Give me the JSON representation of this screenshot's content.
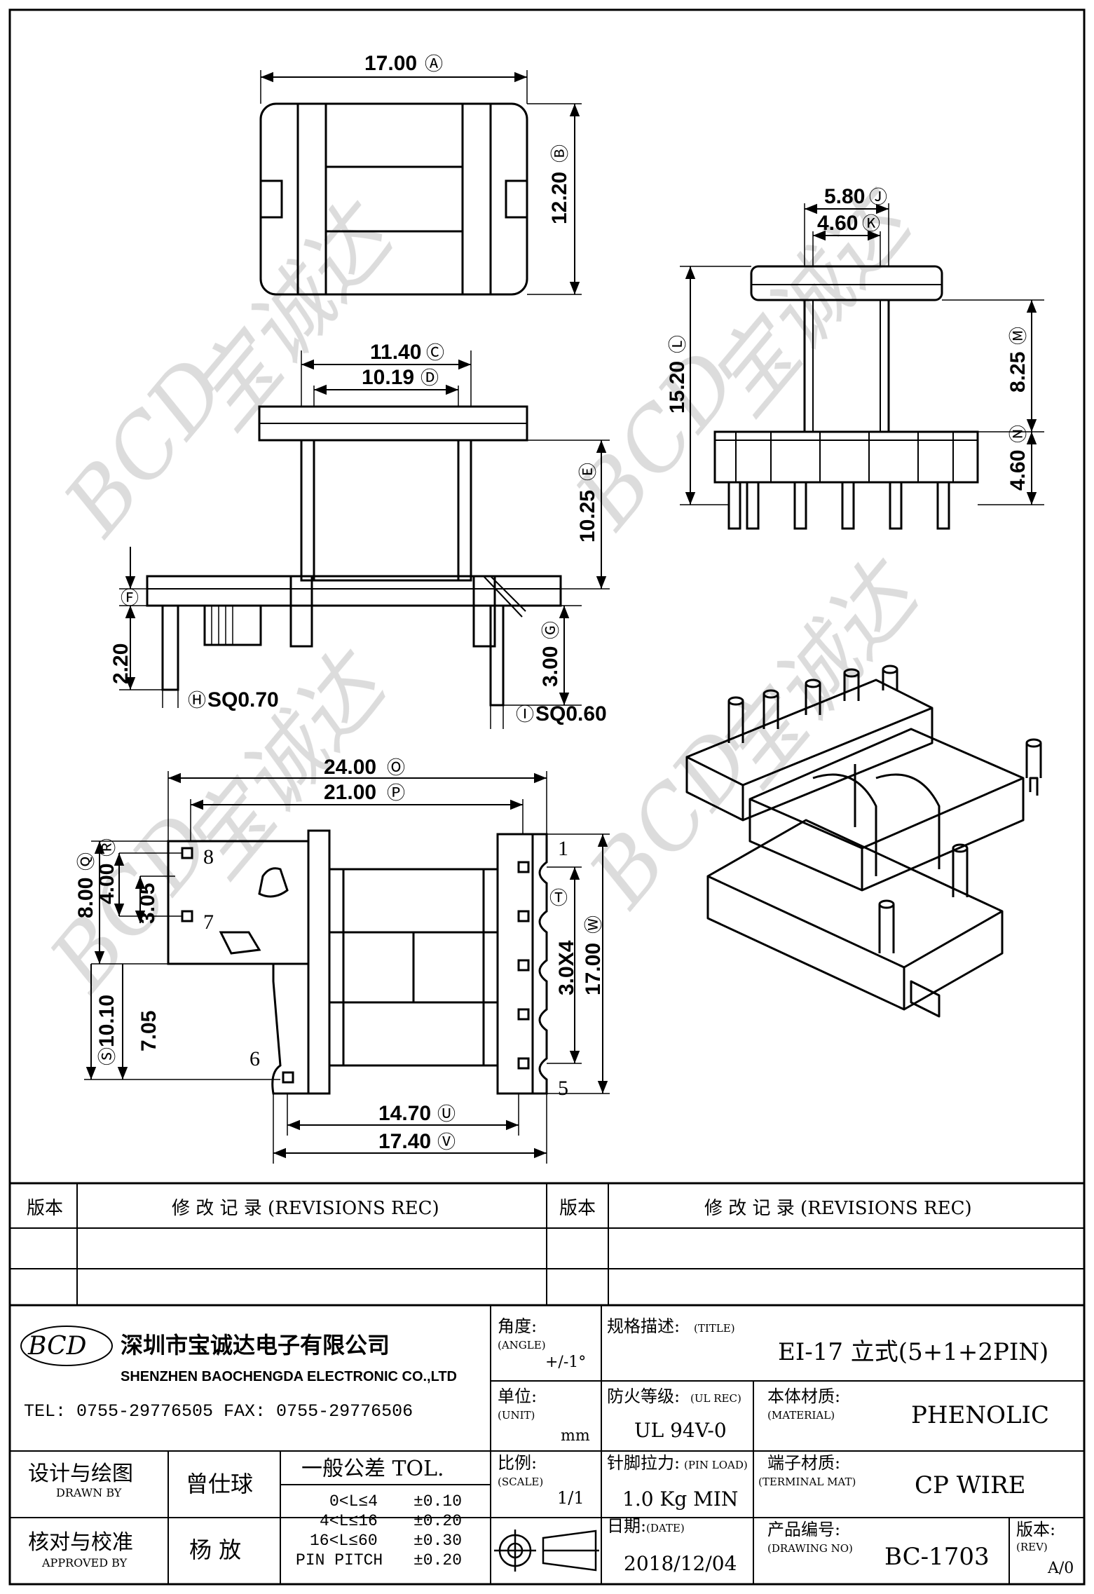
{
  "drawing": {
    "dimensions": {
      "A": "17.00",
      "B": "12.20",
      "C": "11.40",
      "D": "10.19",
      "E": "10.25",
      "F": "",
      "G": "3.00",
      "H": "SQ0.70",
      "I": "SQ0.60",
      "J": "5.80",
      "K": "4.60",
      "L": "15.20",
      "M": "8.25",
      "N": "4.60",
      "O": "24.00",
      "P": "21.00",
      "Q": "8.00",
      "R": "4.00",
      "S": "10.10",
      "T": "",
      "U": "14.70",
      "V": "17.40",
      "W": "17.00",
      "d_2_20": "2.20",
      "d_3_05": "3.05",
      "d_7_05": "7.05",
      "pitch": "3.0X4"
    },
    "letters": {
      "A": "Ⓐ",
      "B": "Ⓑ",
      "C": "Ⓒ",
      "D": "Ⓓ",
      "E": "Ⓔ",
      "F": "Ⓕ",
      "G": "Ⓖ",
      "H": "Ⓗ",
      "I": "Ⓘ",
      "J": "Ⓙ",
      "K": "Ⓚ",
      "L": "Ⓛ",
      "M": "Ⓜ",
      "N": "Ⓝ",
      "O": "Ⓞ",
      "P": "Ⓟ",
      "Q": "Ⓠ",
      "R": "Ⓡ",
      "S": "Ⓢ",
      "T": "Ⓣ",
      "U": "Ⓤ",
      "V": "Ⓥ",
      "W": "Ⓦ"
    },
    "pins": [
      "1",
      "5",
      "6",
      "7",
      "8"
    ],
    "watermark": [
      "BCD",
      "宝诚达"
    ]
  },
  "revisions": {
    "ver_label": "版本",
    "rec_label": "修 改 记 录 (REVISIONS REC)"
  },
  "company": {
    "logo": "BCD",
    "name_cn": "深圳市宝诚达电子有限公司",
    "name_en": "SHENZHEN BAOCHENGDA ELECTRONIC CO.,LTD",
    "contact": "TEL: 0755-29776505  FAX: 0755-29776506"
  },
  "titleblock": {
    "angle_label": "角度:",
    "angle_en": "(ANGLE)",
    "angle_value": "+/-1°",
    "title_label": "规格描述:",
    "title_en": "(TITLE)",
    "title_value": "EI-17 立式(5+1+2PIN)",
    "unit_label": "单位:",
    "unit_en": "(UNIT)",
    "unit_value": "mm",
    "ul_label": "防火等级:",
    "ul_en": "(UL REC)",
    "ul_value": "UL 94V-0",
    "material_label": "本体材质:",
    "material_en": "(MATERIAL)",
    "material_value": "PHENOLIC",
    "drawn_label": "设计与绘图",
    "drawn_en": "DRAWN BY",
    "drawn_name": "曾仕球",
    "approved_label": "核对与校准",
    "approved_en": "APPROVED BY",
    "approved_name": "杨 放",
    "tol_title": "一般公差 TOL.",
    "tol_rows": [
      {
        "range": "0<L≤4",
        "value": "±0.10"
      },
      {
        "range": "4<L≤16",
        "value": "±0.20"
      },
      {
        "range": "16<L≤60",
        "value": "±0.30"
      },
      {
        "range": "PIN PITCH",
        "value": "±0.20"
      }
    ],
    "scale_label": "比例:",
    "scale_en": "(SCALE)",
    "scale_value": "1/1",
    "pinload_label": "针脚拉力:",
    "pinload_en": "(PIN LOAD)",
    "pinload_value": "1.0 Kg MIN",
    "terminal_label": "端子材质:",
    "terminal_en": "(TERMINAL MAT)",
    "terminal_value": "CP WIRE",
    "date_label": "日期:",
    "date_en": "(DATE)",
    "date_value": "2018/12/04",
    "drawingno_label": "产品编号:",
    "drawingno_en": "(DRAWING NO)",
    "drawingno_value": "BC-1703",
    "rev_label": "版本:",
    "rev_en": "(REV)",
    "rev_value": "A/0"
  }
}
